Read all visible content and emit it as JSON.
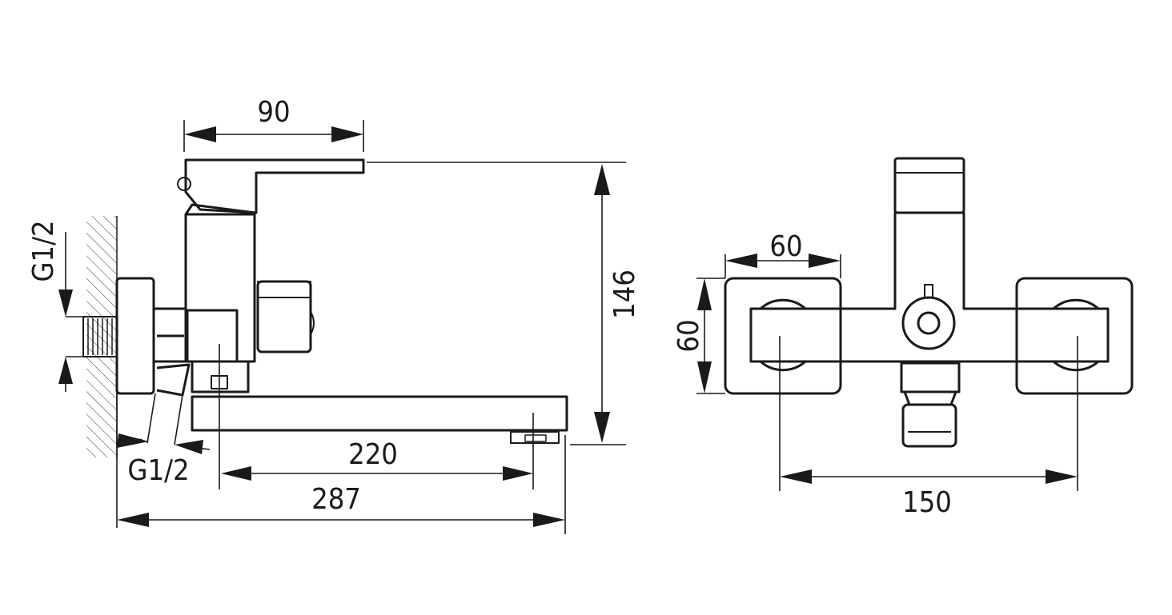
{
  "side_view": {
    "dim_handle_width": "90",
    "dim_height": "146",
    "dim_spout_reach": "220",
    "dim_overall_length": "287",
    "thread_inlet": "G1/2",
    "thread_connection": "G1/2"
  },
  "front_view": {
    "dim_rosette_width": "60",
    "dim_rosette_height": "60",
    "dim_centres": "150"
  }
}
